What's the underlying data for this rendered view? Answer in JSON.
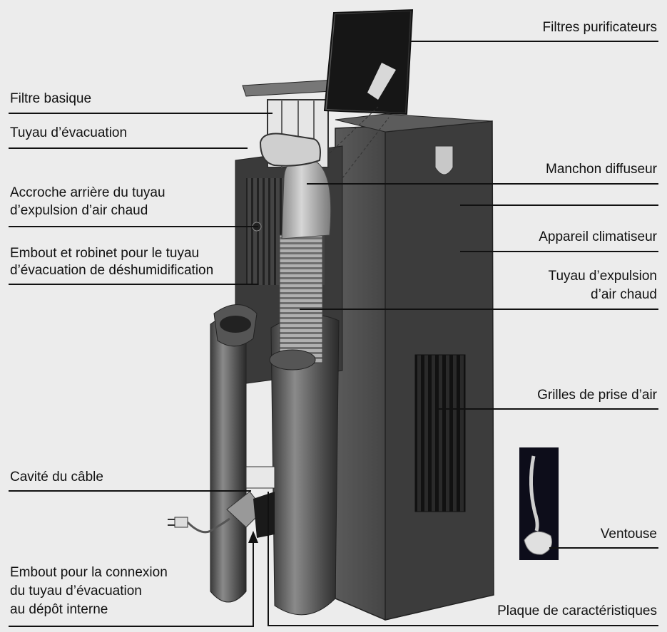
{
  "labels": {
    "filtres_purificateurs": "Filtres purificateurs",
    "filtre_basique": "Filtre basique",
    "tuyau_evacuation": "Tuyau d’évacuation",
    "accroche_1": "Accroche arrière du tuyau",
    "accroche_2": "d’expulsion d’air chaud",
    "manchon": "Manchon diffuseur",
    "appareil": "Appareil climatiseur",
    "embout_robinet_1": "Embout et robinet pour le tuyau",
    "embout_robinet_2": "d’évacuation de déshumidification",
    "expulsion_1": "Tuyau d’expulsion",
    "expulsion_2": "d’air chaud",
    "grilles": "Grilles de prise d’air",
    "cavite": "Cavité du câble",
    "ventouse": "Ventouse",
    "embout_connexion_1": "Embout pour la connexion",
    "embout_connexion_2": "du tuyau d’évacuation",
    "embout_connexion_3": "au dépôt interne",
    "plaque": "Plaque de caractéristiques"
  },
  "colors": {
    "background": "#ececec",
    "unit_body": "#3b3b3b",
    "unit_side": "#4a4a4a",
    "hose": "#9a9a9a",
    "filter": "#1a1a1a"
  }
}
